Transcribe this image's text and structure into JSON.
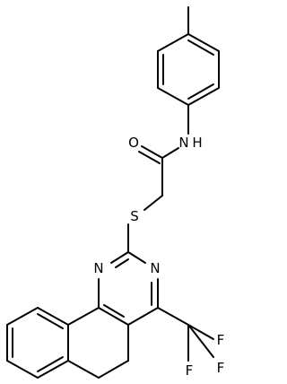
{
  "molecule": {
    "atom_labels": {
      "amide_oxygen": "O",
      "amide_nitrogen": "N",
      "amide_hydrogen": "H",
      "thioether_sulfur": "S",
      "pyrimidine_n1": "N",
      "pyrimidine_n3": "N",
      "fluorine_1": "F",
      "fluorine_2": "F",
      "fluorine_3": "F"
    }
  }
}
